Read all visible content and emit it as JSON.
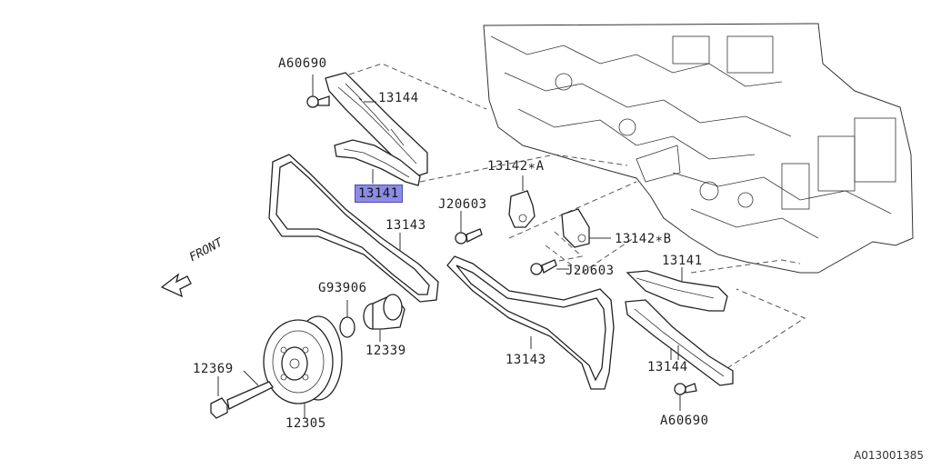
{
  "labels": {
    "a60690_top": "A60690",
    "p13144_top": "13144",
    "p13141_sel": "13141",
    "p13143_left": "13143",
    "p13142a": "13142∗A",
    "j20603_top": "J20603",
    "p13142b": "13142∗B",
    "j20603_bottom": "J20603",
    "p13141_right": "13141",
    "g93906": "G93906",
    "p12339": "12339",
    "p12369": "12369",
    "p12305": "12305",
    "p13143_right": "13143",
    "p13144_bottom": "13144",
    "a60690_bottom": "A60690"
  },
  "front_label": "FRONT",
  "diagram_code": "A013001385",
  "colors": {
    "highlight": "#8c8ce6",
    "line": "#333333"
  }
}
